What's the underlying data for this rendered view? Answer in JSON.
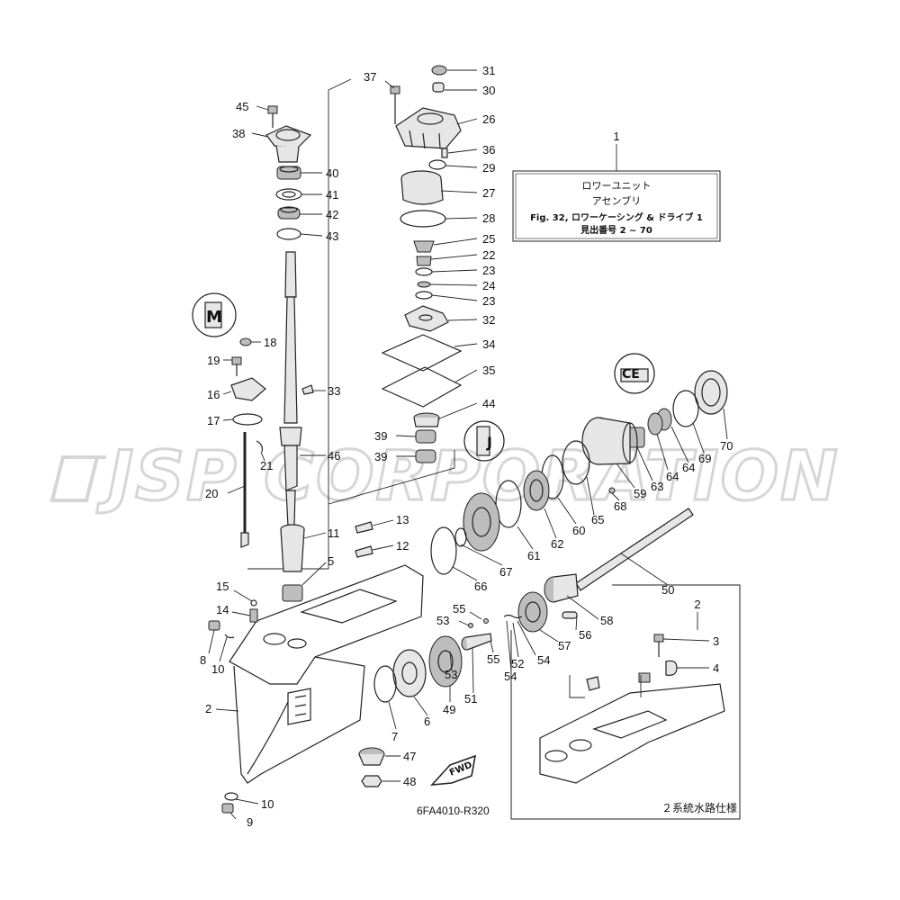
{
  "watermark": "JSP CORPORATION",
  "infobox": {
    "ref": "1",
    "line1": "ロワーユニット",
    "line2": "アセンブリ",
    "line3": "Fig. 32, ロワーケーシング & ドライブ 1",
    "line4": "見出番号 2 ~ 70"
  },
  "inset": {
    "ref": "2",
    "caption": "２系統水路仕様"
  },
  "drawing_code": "6FA4010-R320",
  "fwd_label": "FWD",
  "callouts": [
    {
      "id": "c31",
      "label": "31"
    },
    {
      "id": "c30",
      "label": "30"
    },
    {
      "id": "c37",
      "label": "37"
    },
    {
      "id": "c26",
      "label": "26"
    },
    {
      "id": "c36",
      "label": "36"
    },
    {
      "id": "c29",
      "label": "29"
    },
    {
      "id": "c27",
      "label": "27"
    },
    {
      "id": "c28",
      "label": "28"
    },
    {
      "id": "c25",
      "label": "25"
    },
    {
      "id": "c22",
      "label": "22"
    },
    {
      "id": "c23a",
      "label": "23"
    },
    {
      "id": "c24",
      "label": "24"
    },
    {
      "id": "c23b",
      "label": "23"
    },
    {
      "id": "c32",
      "label": "32"
    },
    {
      "id": "c34",
      "label": "34"
    },
    {
      "id": "c35",
      "label": "35"
    },
    {
      "id": "c44",
      "label": "44"
    },
    {
      "id": "c39a",
      "label": "39"
    },
    {
      "id": "c39b",
      "label": "39"
    },
    {
      "id": "c45",
      "label": "45"
    },
    {
      "id": "c38",
      "label": "38"
    },
    {
      "id": "c40",
      "label": "40"
    },
    {
      "id": "c41",
      "label": "41"
    },
    {
      "id": "c42",
      "label": "42"
    },
    {
      "id": "c43",
      "label": "43"
    },
    {
      "id": "c18",
      "label": "18"
    },
    {
      "id": "c19",
      "label": "19"
    },
    {
      "id": "c16",
      "label": "16"
    },
    {
      "id": "c17",
      "label": "17"
    },
    {
      "id": "c33",
      "label": "33"
    },
    {
      "id": "c46",
      "label": "46"
    },
    {
      "id": "c21",
      "label": "21"
    },
    {
      "id": "c20",
      "label": "20"
    },
    {
      "id": "c11",
      "label": "11"
    },
    {
      "id": "c13",
      "label": "13"
    },
    {
      "id": "c12",
      "label": "12"
    },
    {
      "id": "c5",
      "label": "5"
    },
    {
      "id": "c15",
      "label": "15"
    },
    {
      "id": "c14",
      "label": "14"
    },
    {
      "id": "c8",
      "label": "8"
    },
    {
      "id": "c10a",
      "label": "10"
    },
    {
      "id": "c2a",
      "label": "2"
    },
    {
      "id": "c10b",
      "label": "10"
    },
    {
      "id": "c9",
      "label": "9"
    },
    {
      "id": "c70",
      "label": "70"
    },
    {
      "id": "c69",
      "label": "69"
    },
    {
      "id": "c64a",
      "label": "64"
    },
    {
      "id": "c64b",
      "label": "64"
    },
    {
      "id": "c63",
      "label": "63"
    },
    {
      "id": "c59",
      "label": "59"
    },
    {
      "id": "c68",
      "label": "68"
    },
    {
      "id": "c65",
      "label": "65"
    },
    {
      "id": "c60",
      "label": "60"
    },
    {
      "id": "c62",
      "label": "62"
    },
    {
      "id": "c61",
      "label": "61"
    },
    {
      "id": "c67",
      "label": "67"
    },
    {
      "id": "c66",
      "label": "66"
    },
    {
      "id": "c50",
      "label": "50"
    },
    {
      "id": "c58",
      "label": "58"
    },
    {
      "id": "c56",
      "label": "56"
    },
    {
      "id": "c57",
      "label": "57"
    },
    {
      "id": "c55a",
      "label": "55"
    },
    {
      "id": "c53a",
      "label": "53"
    },
    {
      "id": "c54a",
      "label": "54"
    },
    {
      "id": "c52",
      "label": "52"
    },
    {
      "id": "c54b",
      "label": "54"
    },
    {
      "id": "c55b",
      "label": "55"
    },
    {
      "id": "c53b",
      "label": "53"
    },
    {
      "id": "c51",
      "label": "51"
    },
    {
      "id": "c49",
      "label": "49"
    },
    {
      "id": "c6",
      "label": "6"
    },
    {
      "id": "c7",
      "label": "7"
    },
    {
      "id": "c47",
      "label": "47"
    },
    {
      "id": "c48",
      "label": "48"
    },
    {
      "id": "c3",
      "label": "3"
    },
    {
      "id": "c4",
      "label": "4"
    }
  ]
}
